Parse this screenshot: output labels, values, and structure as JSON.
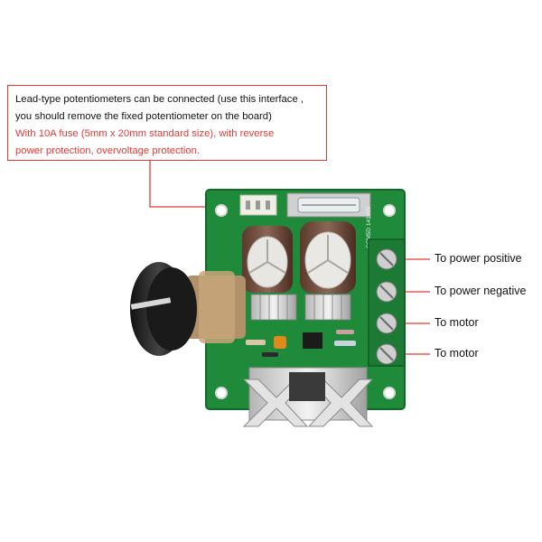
{
  "callout": {
    "line1": "Lead-type potentiometers can be connected (use this interface ,",
    "line2": "you should remove the fixed potentiometer on the board)",
    "line3": "With 10A fuse (5mm x 20mm standard size), with reverse",
    "line4": "power protection, overvoltage protection."
  },
  "terminals": [
    {
      "label": "To power positive"
    },
    {
      "label": "To power negative"
    },
    {
      "label": "To motor"
    },
    {
      "label": "To motor"
    }
  ],
  "board": {
    "silkscreen": "CCM5D 141009"
  },
  "colors": {
    "accent": "#e53935",
    "pcb": "#1f8a3a",
    "text": "#111111"
  }
}
